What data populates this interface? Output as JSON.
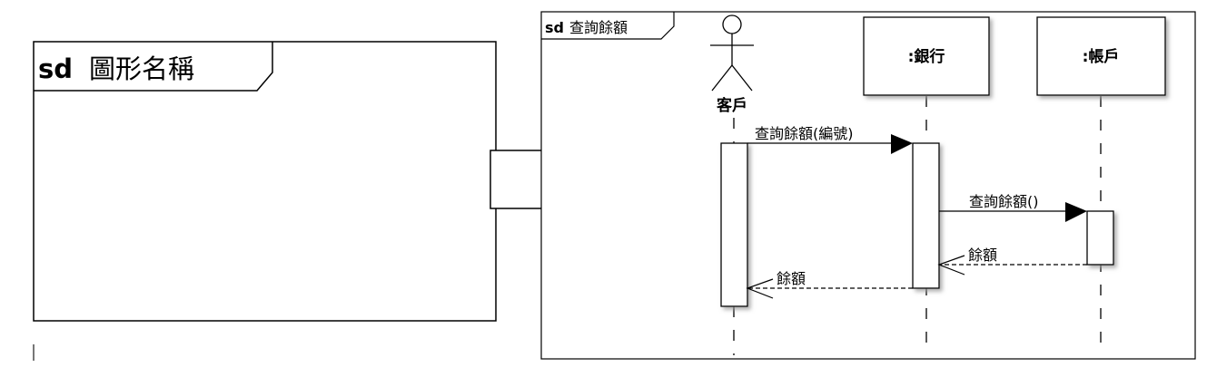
{
  "template_frame": {
    "keyword": "sd",
    "name": "圖形名稱"
  },
  "arrow": {
    "direction": "right"
  },
  "example_frame": {
    "keyword": "sd",
    "name": "查詢餘額"
  },
  "lifelines": {
    "customer": {
      "label": "客戶",
      "kind": "actor"
    },
    "bank": {
      "label": ":銀行",
      "kind": "object"
    },
    "account": {
      "label": ":帳戶",
      "kind": "object"
    }
  },
  "messages": {
    "m1": {
      "label": "查詢餘額(編號)",
      "type": "synchronous"
    },
    "m2": {
      "label": "查詢餘額()",
      "type": "synchronous"
    },
    "r1": {
      "label": "餘額",
      "type": "return"
    },
    "r2": {
      "label": "餘額",
      "type": "return"
    }
  },
  "colors": {
    "line": "#000000",
    "shadow": "#b4b4b4",
    "background": "#ffffff"
  }
}
